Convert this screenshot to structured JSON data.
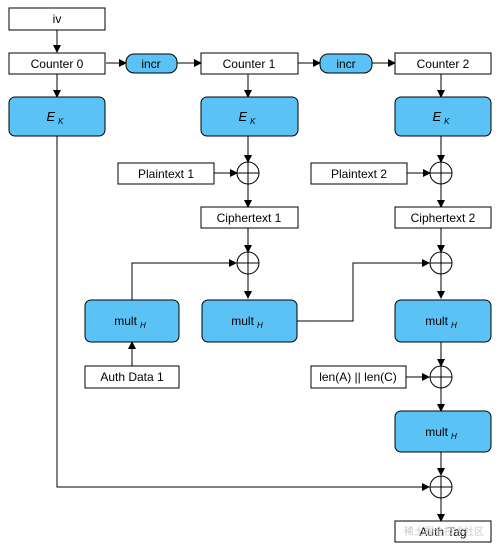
{
  "nodes": {
    "iv": "iv",
    "counter0": "Counter 0",
    "counter1": "Counter 1",
    "counter2": "Counter 2",
    "incr1": "incr",
    "incr2": "incr",
    "ek_main": "E",
    "ek_sub": "K",
    "plaintext1": "Plaintext 1",
    "plaintext2": "Plaintext 2",
    "ciphertext1": "Ciphertext 1",
    "ciphertext2": "Ciphertext 2",
    "mult_main": "mult",
    "mult_sub": "H",
    "auth_data": "Auth Data 1",
    "len": "len(A) || len(C)",
    "auth_tag": "Auth Tag"
  },
  "watermark": "稀土掘金技术社区",
  "colors": {
    "accent_fill": "#5bc2f5",
    "stroke": "#000000"
  }
}
